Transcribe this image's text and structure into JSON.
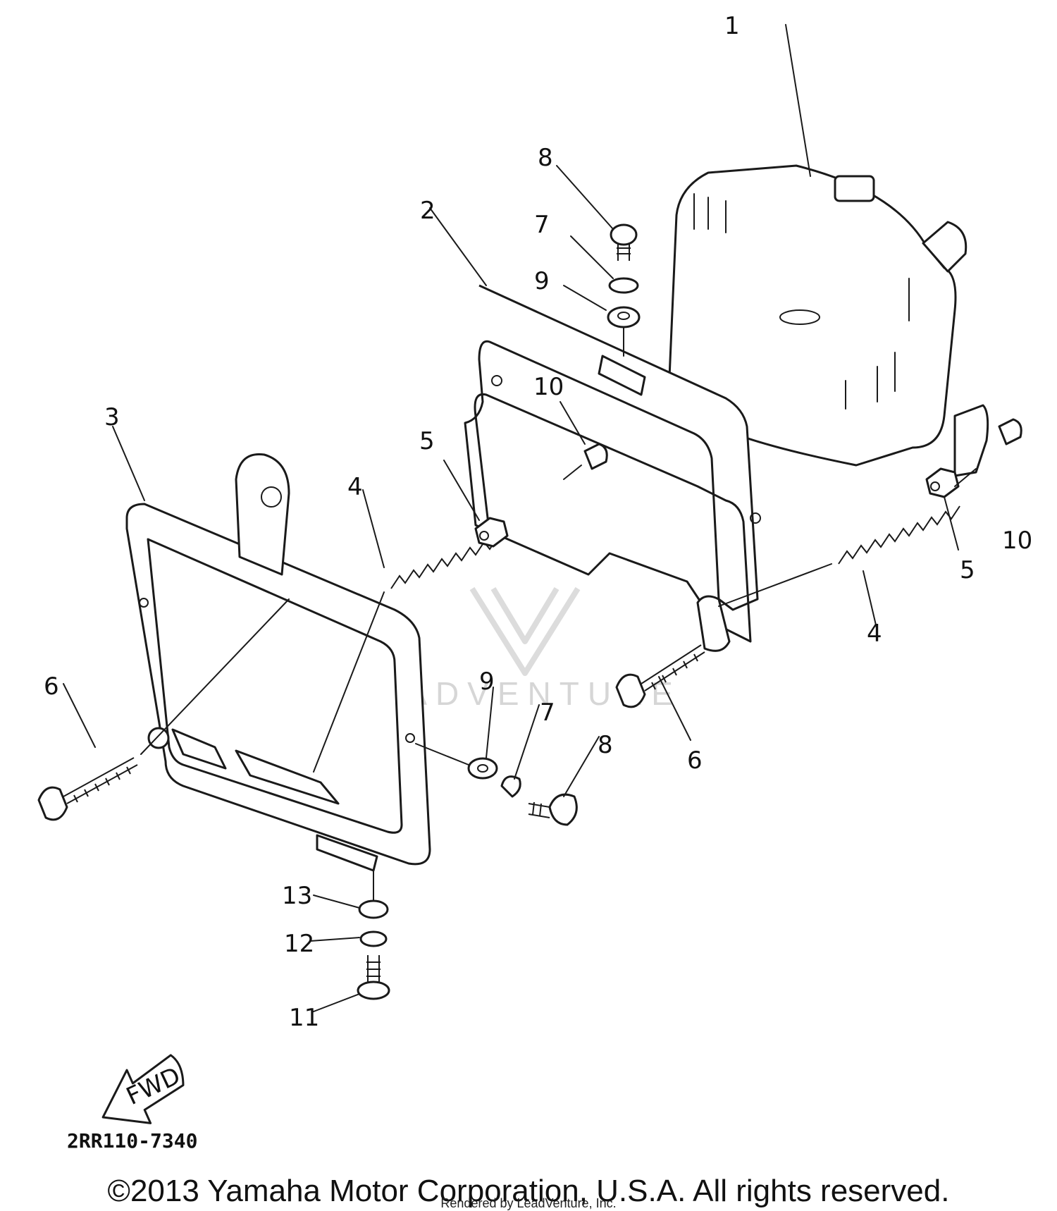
{
  "callouts": {
    "c1": "1",
    "c2": "2",
    "c3": "3",
    "c4a": "4",
    "c4b": "4",
    "c5a": "5",
    "c5b": "5",
    "c6a": "6",
    "c6b": "6",
    "c7a": "7",
    "c7b": "7",
    "c8a": "8",
    "c8b": "8",
    "c9a": "9",
    "c9b": "9",
    "c10a": "10",
    "c10b": "10",
    "c11": "11",
    "c12": "12",
    "c13": "13"
  },
  "fwd_label": "FWD",
  "diagram_code": "2RR110-7340",
  "watermark": "LEADVENTURE",
  "copyright": "©2013 Yamaha Motor Corporation, U.S.A. All rights reserved.",
  "rendered_by": "Rendered by LeadVenture, Inc."
}
